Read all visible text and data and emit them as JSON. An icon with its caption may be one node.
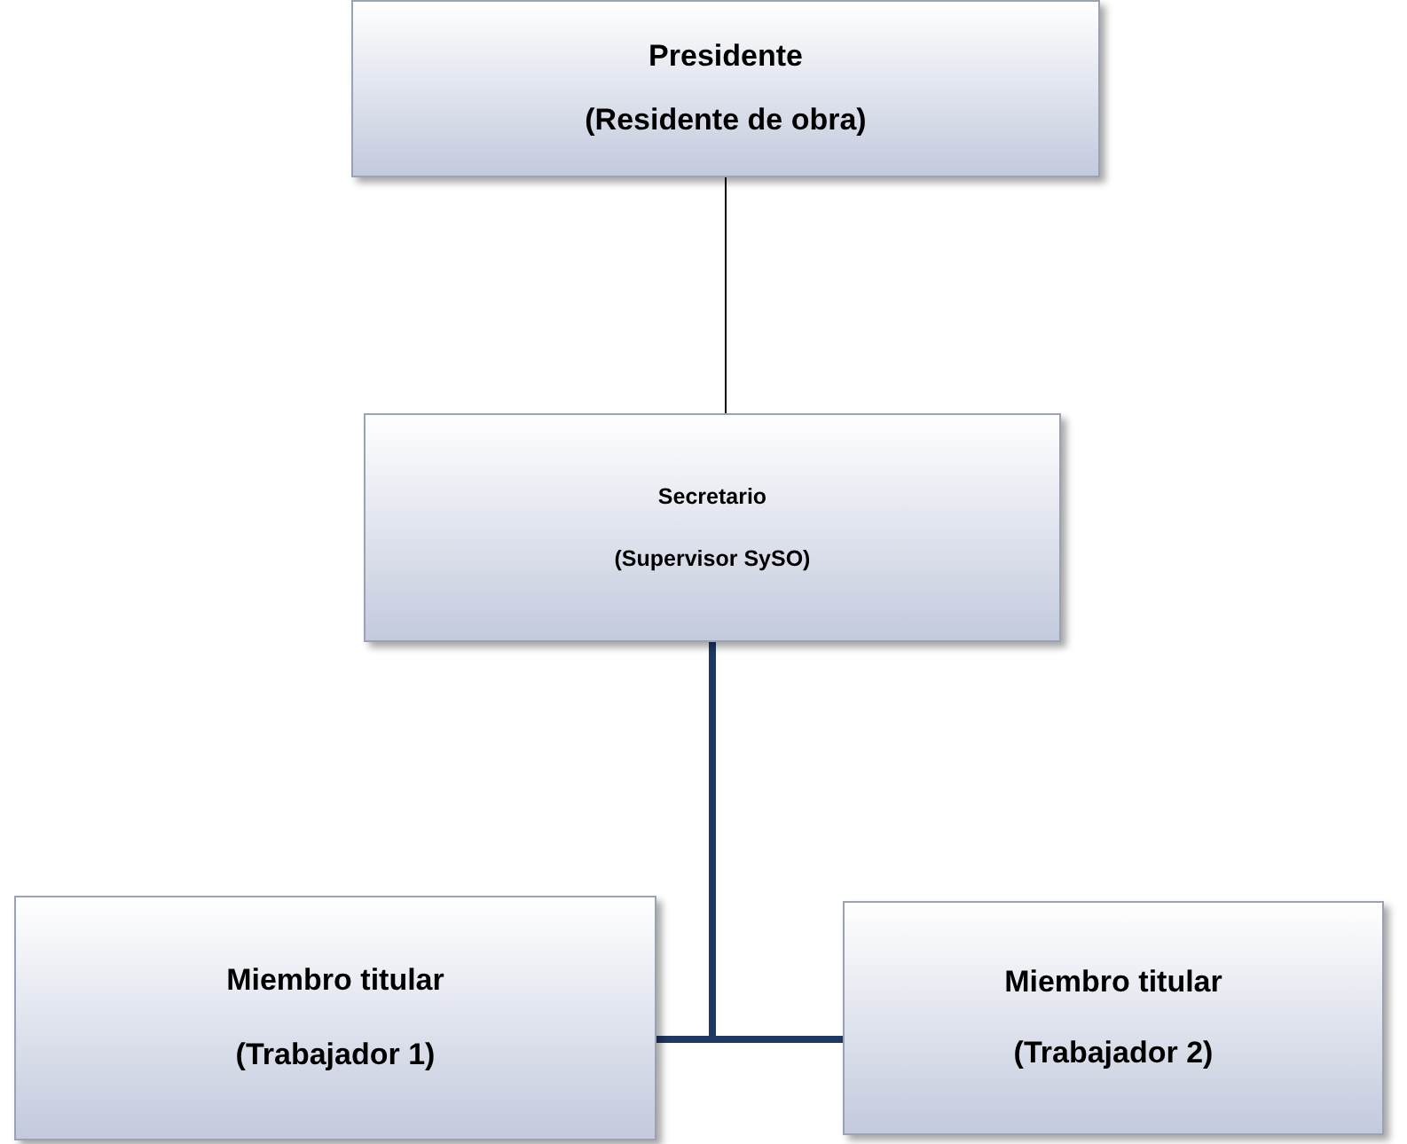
{
  "diagram": {
    "nodes": [
      {
        "text": [
          "Presidente",
          "(Residente de obra)"
        ]
      },
      {
        "text": [
          "Secretario",
          "(Supervisor SySO)"
        ]
      },
      {
        "text": [
          "Miembro titular",
          "(Trabajador 1)"
        ]
      },
      {
        "text": [
          "Miembro titular",
          "(Trabajador 2)"
        ]
      }
    ],
    "edges": [
      {
        "from": 0,
        "to": 1,
        "arrow": "none",
        "color": "#000000"
      },
      {
        "from": 1,
        "to": 2,
        "arrow": "none"
      },
      {
        "from": 1,
        "to": 3,
        "arrow": "none"
      }
    ]
  }
}
